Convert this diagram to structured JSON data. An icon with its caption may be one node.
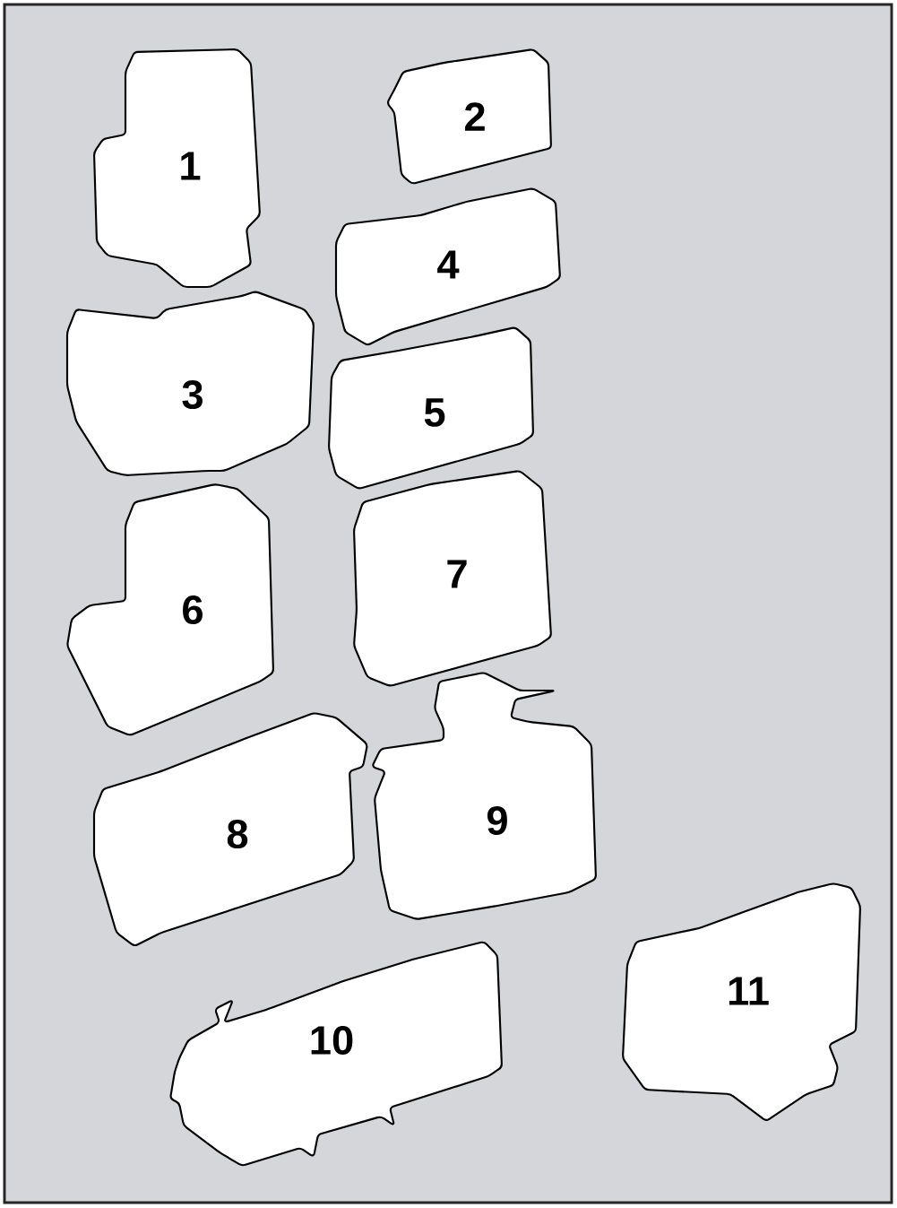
{
  "diagram": {
    "nodes": [
      {
        "text": [
          "1"
        ]
      },
      {
        "text": [
          "2"
        ]
      },
      {
        "text": [
          "3"
        ]
      },
      {
        "text": [
          "4"
        ]
      },
      {
        "text": [
          "5"
        ]
      },
      {
        "text": [
          "6"
        ]
      },
      {
        "text": [
          "7"
        ]
      },
      {
        "text": [
          "8"
        ]
      },
      {
        "text": [
          "9"
        ]
      },
      {
        "text": [
          "10"
        ]
      },
      {
        "text": [
          "11"
        ]
      }
    ]
  }
}
